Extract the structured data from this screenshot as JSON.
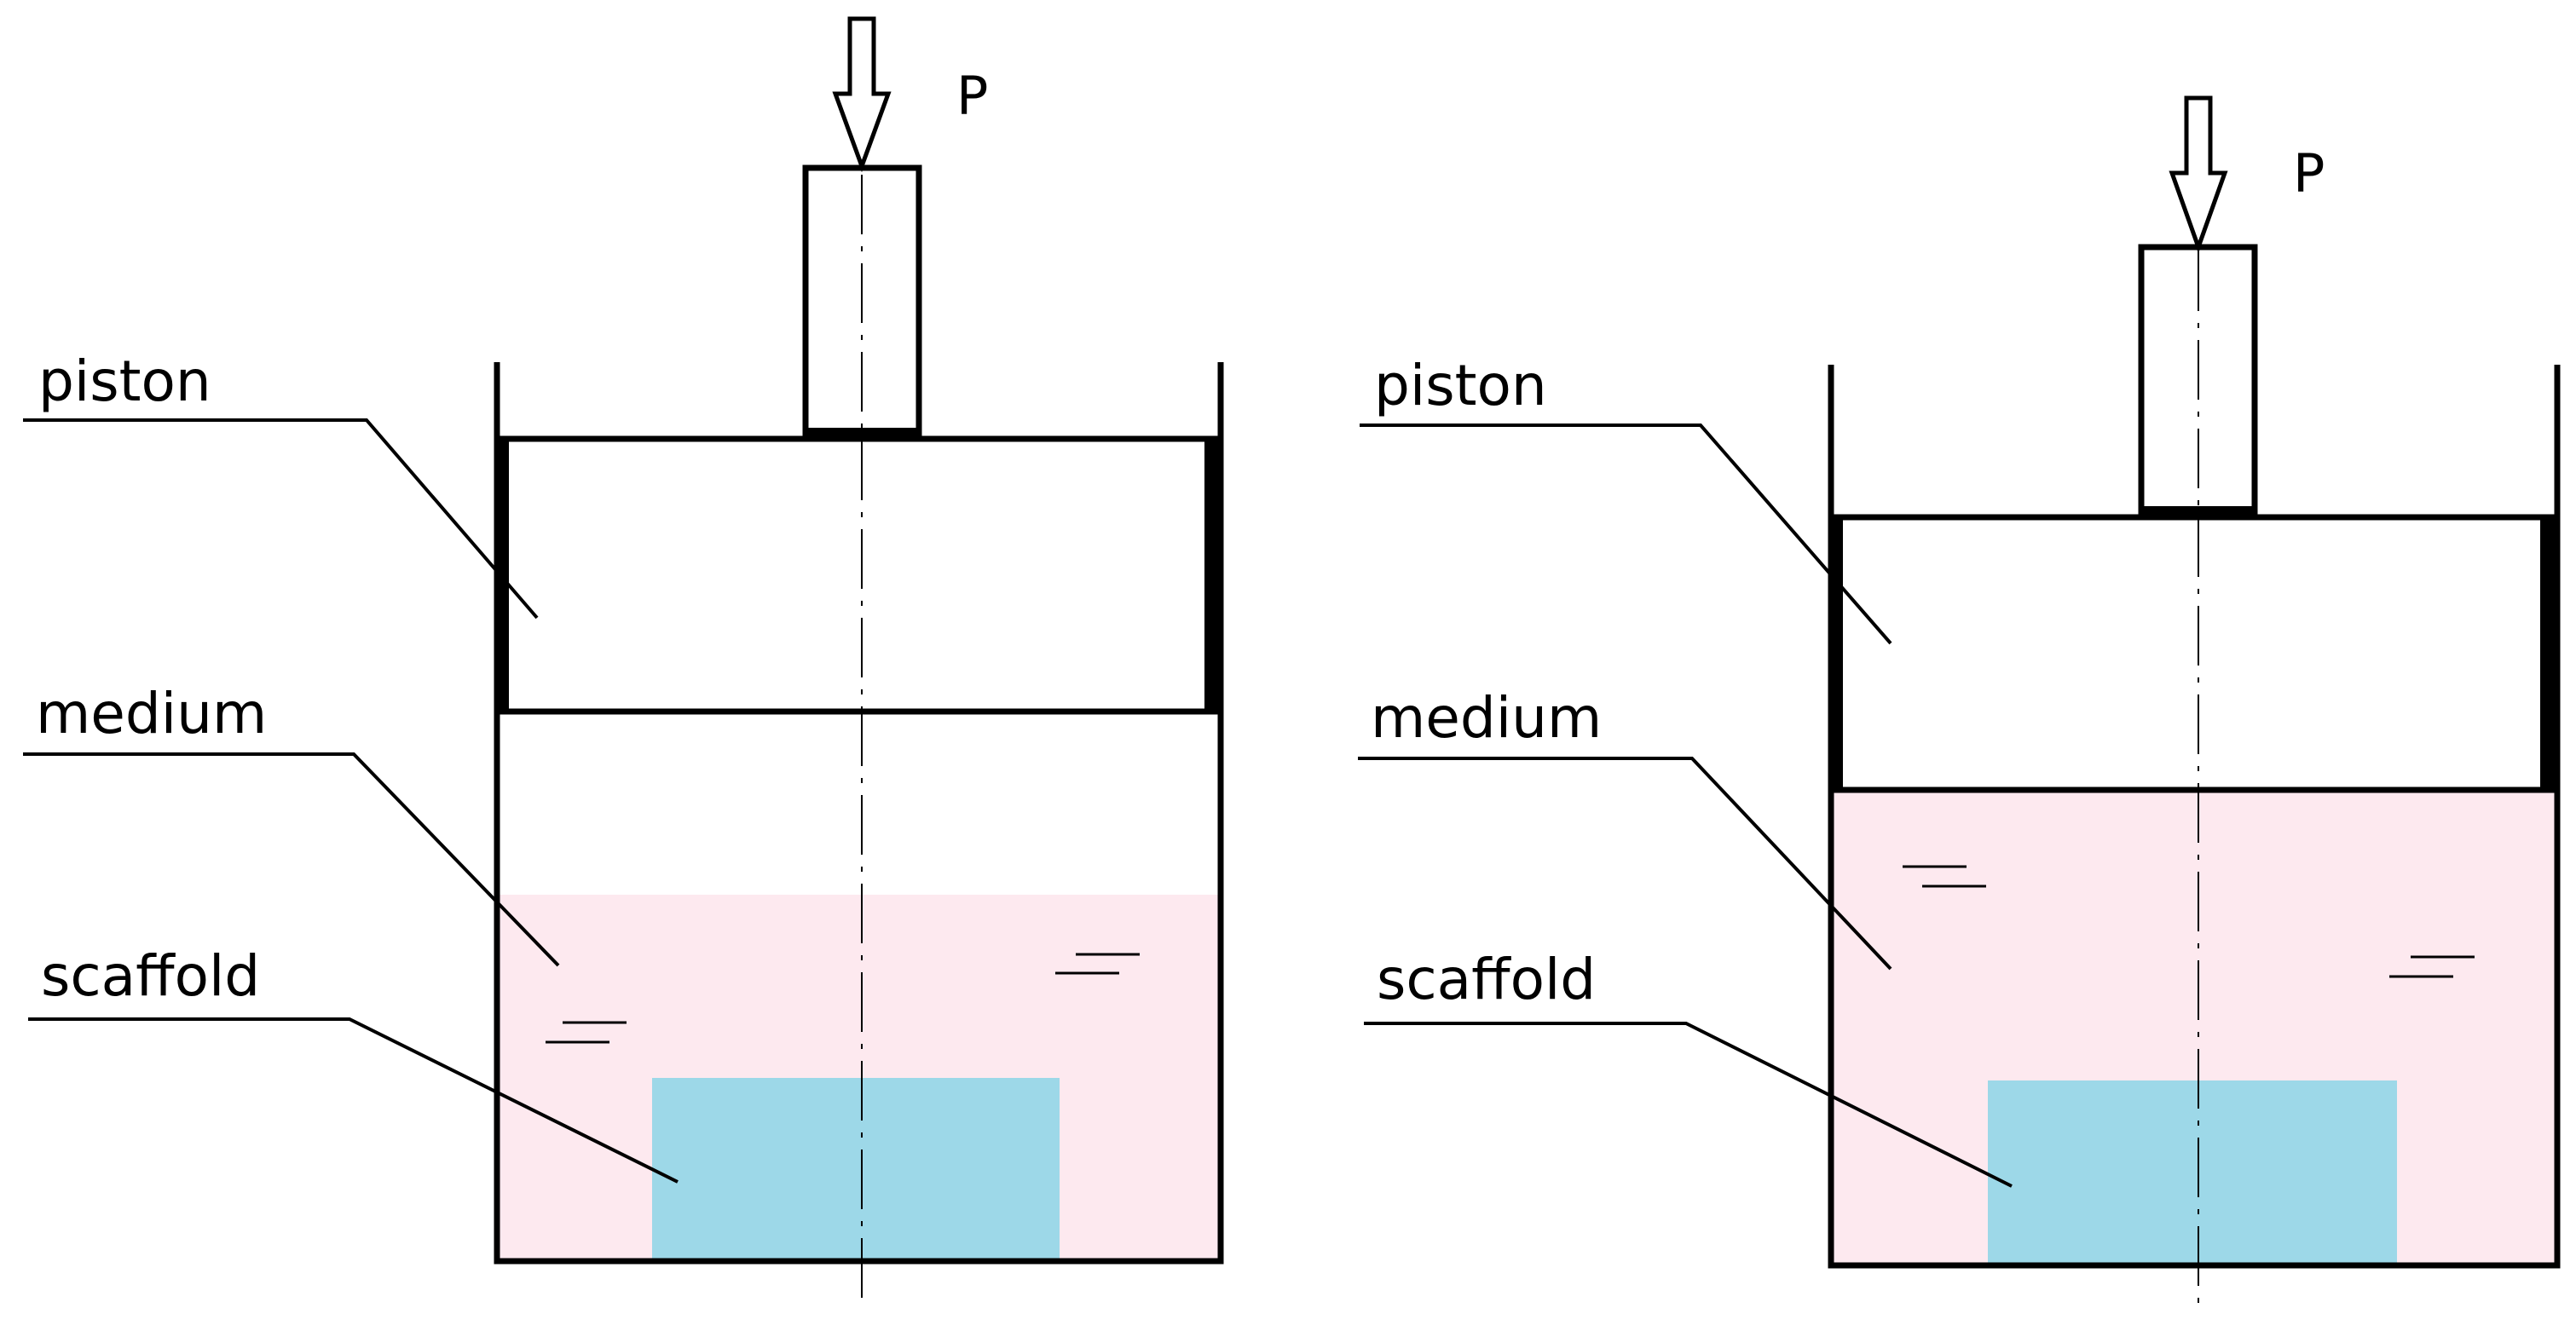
{
  "colors": {
    "medium": "#fde9ef",
    "scaffold": "#9dd8e8",
    "line": "#000000"
  },
  "left_panel": {
    "force_label": "P",
    "labels": {
      "piston": "piston",
      "medium": "medium",
      "scaffold": "scaffold"
    }
  },
  "right_panel": {
    "force_label": "P",
    "labels": {
      "piston": "piston",
      "medium": "medium",
      "scaffold": "scaffold"
    }
  }
}
